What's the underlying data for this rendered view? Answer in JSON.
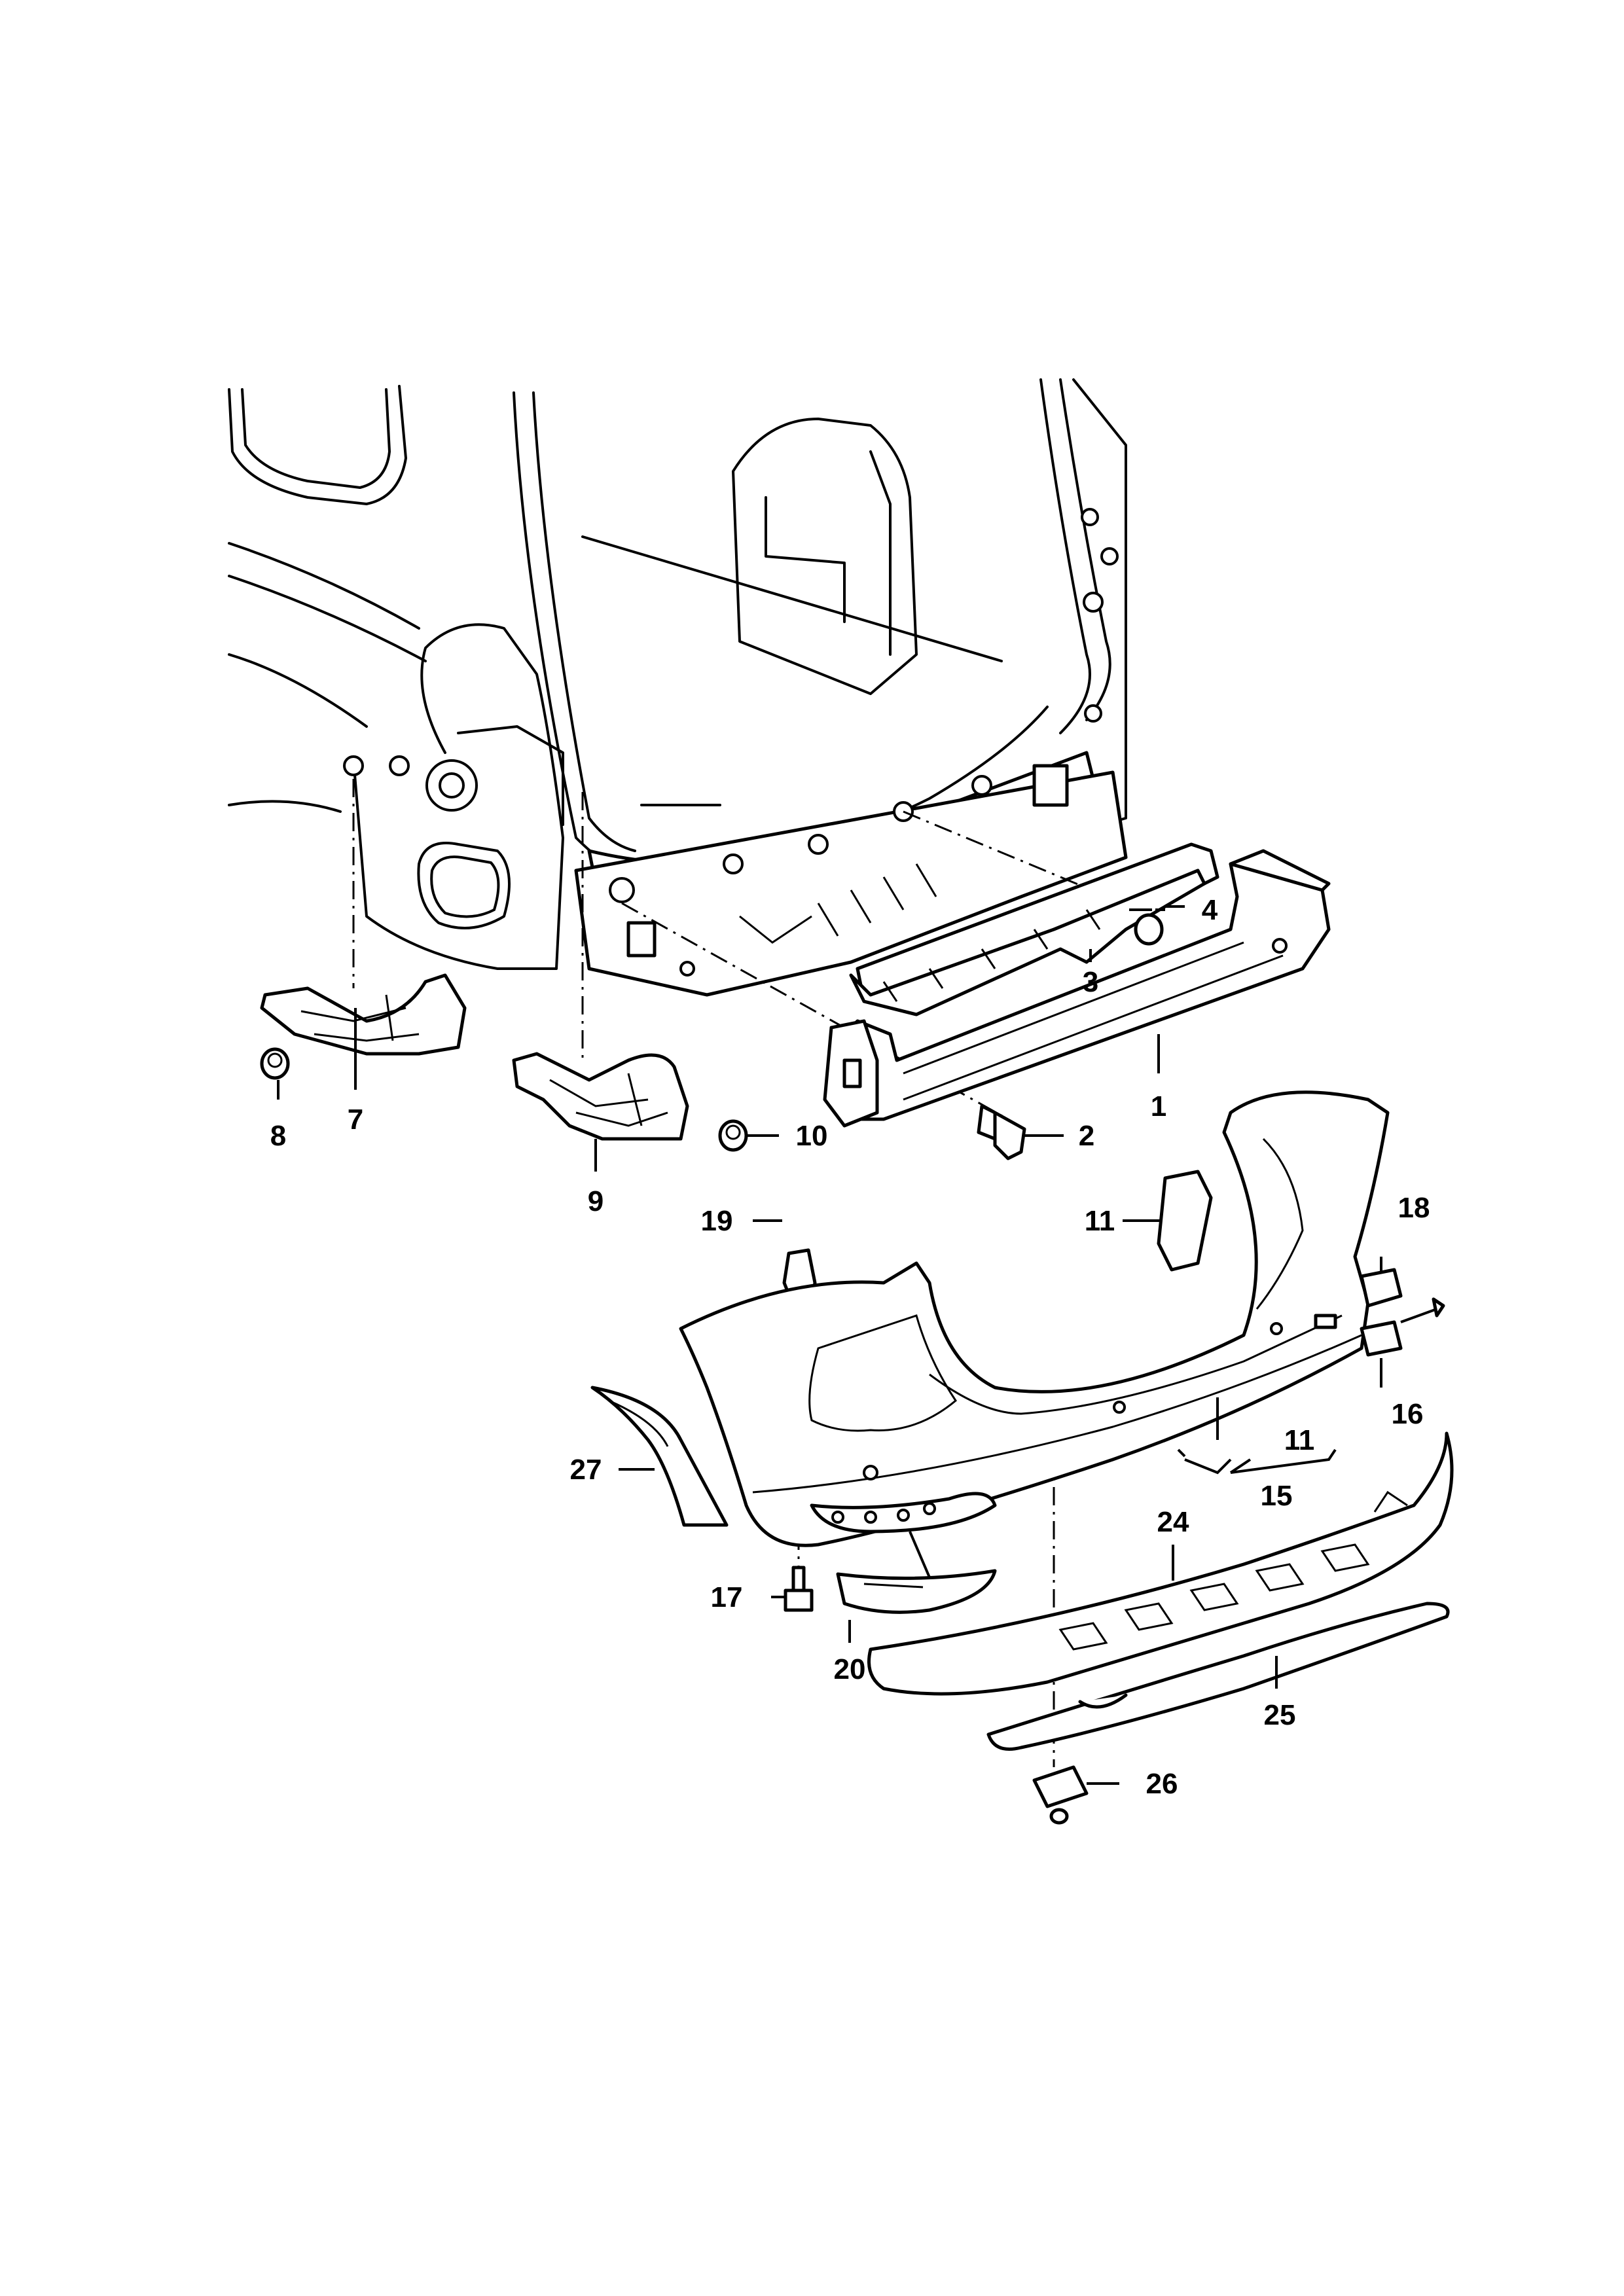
{
  "callouts": [
    {
      "id": "1",
      "text": "1"
    },
    {
      "id": "2",
      "text": "2"
    },
    {
      "id": "3",
      "text": "3"
    },
    {
      "id": "4",
      "text": "4"
    },
    {
      "id": "7",
      "text": "7"
    },
    {
      "id": "8",
      "text": "8"
    },
    {
      "id": "9",
      "text": "9"
    },
    {
      "id": "10",
      "text": "10"
    },
    {
      "id": "11a",
      "text": "11"
    },
    {
      "id": "11b",
      "text": "11"
    },
    {
      "id": "15",
      "text": "15"
    },
    {
      "id": "16",
      "text": "16"
    },
    {
      "id": "17",
      "text": "17"
    },
    {
      "id": "18",
      "text": "18"
    },
    {
      "id": "19",
      "text": "19"
    },
    {
      "id": "20",
      "text": "20"
    },
    {
      "id": "24",
      "text": "24"
    },
    {
      "id": "25",
      "text": "25"
    },
    {
      "id": "26",
      "text": "26"
    },
    {
      "id": "27",
      "text": "27"
    }
  ],
  "colors": {
    "line": "#000000",
    "background": "#ffffff",
    "part_fill": "#f2f2f2"
  }
}
